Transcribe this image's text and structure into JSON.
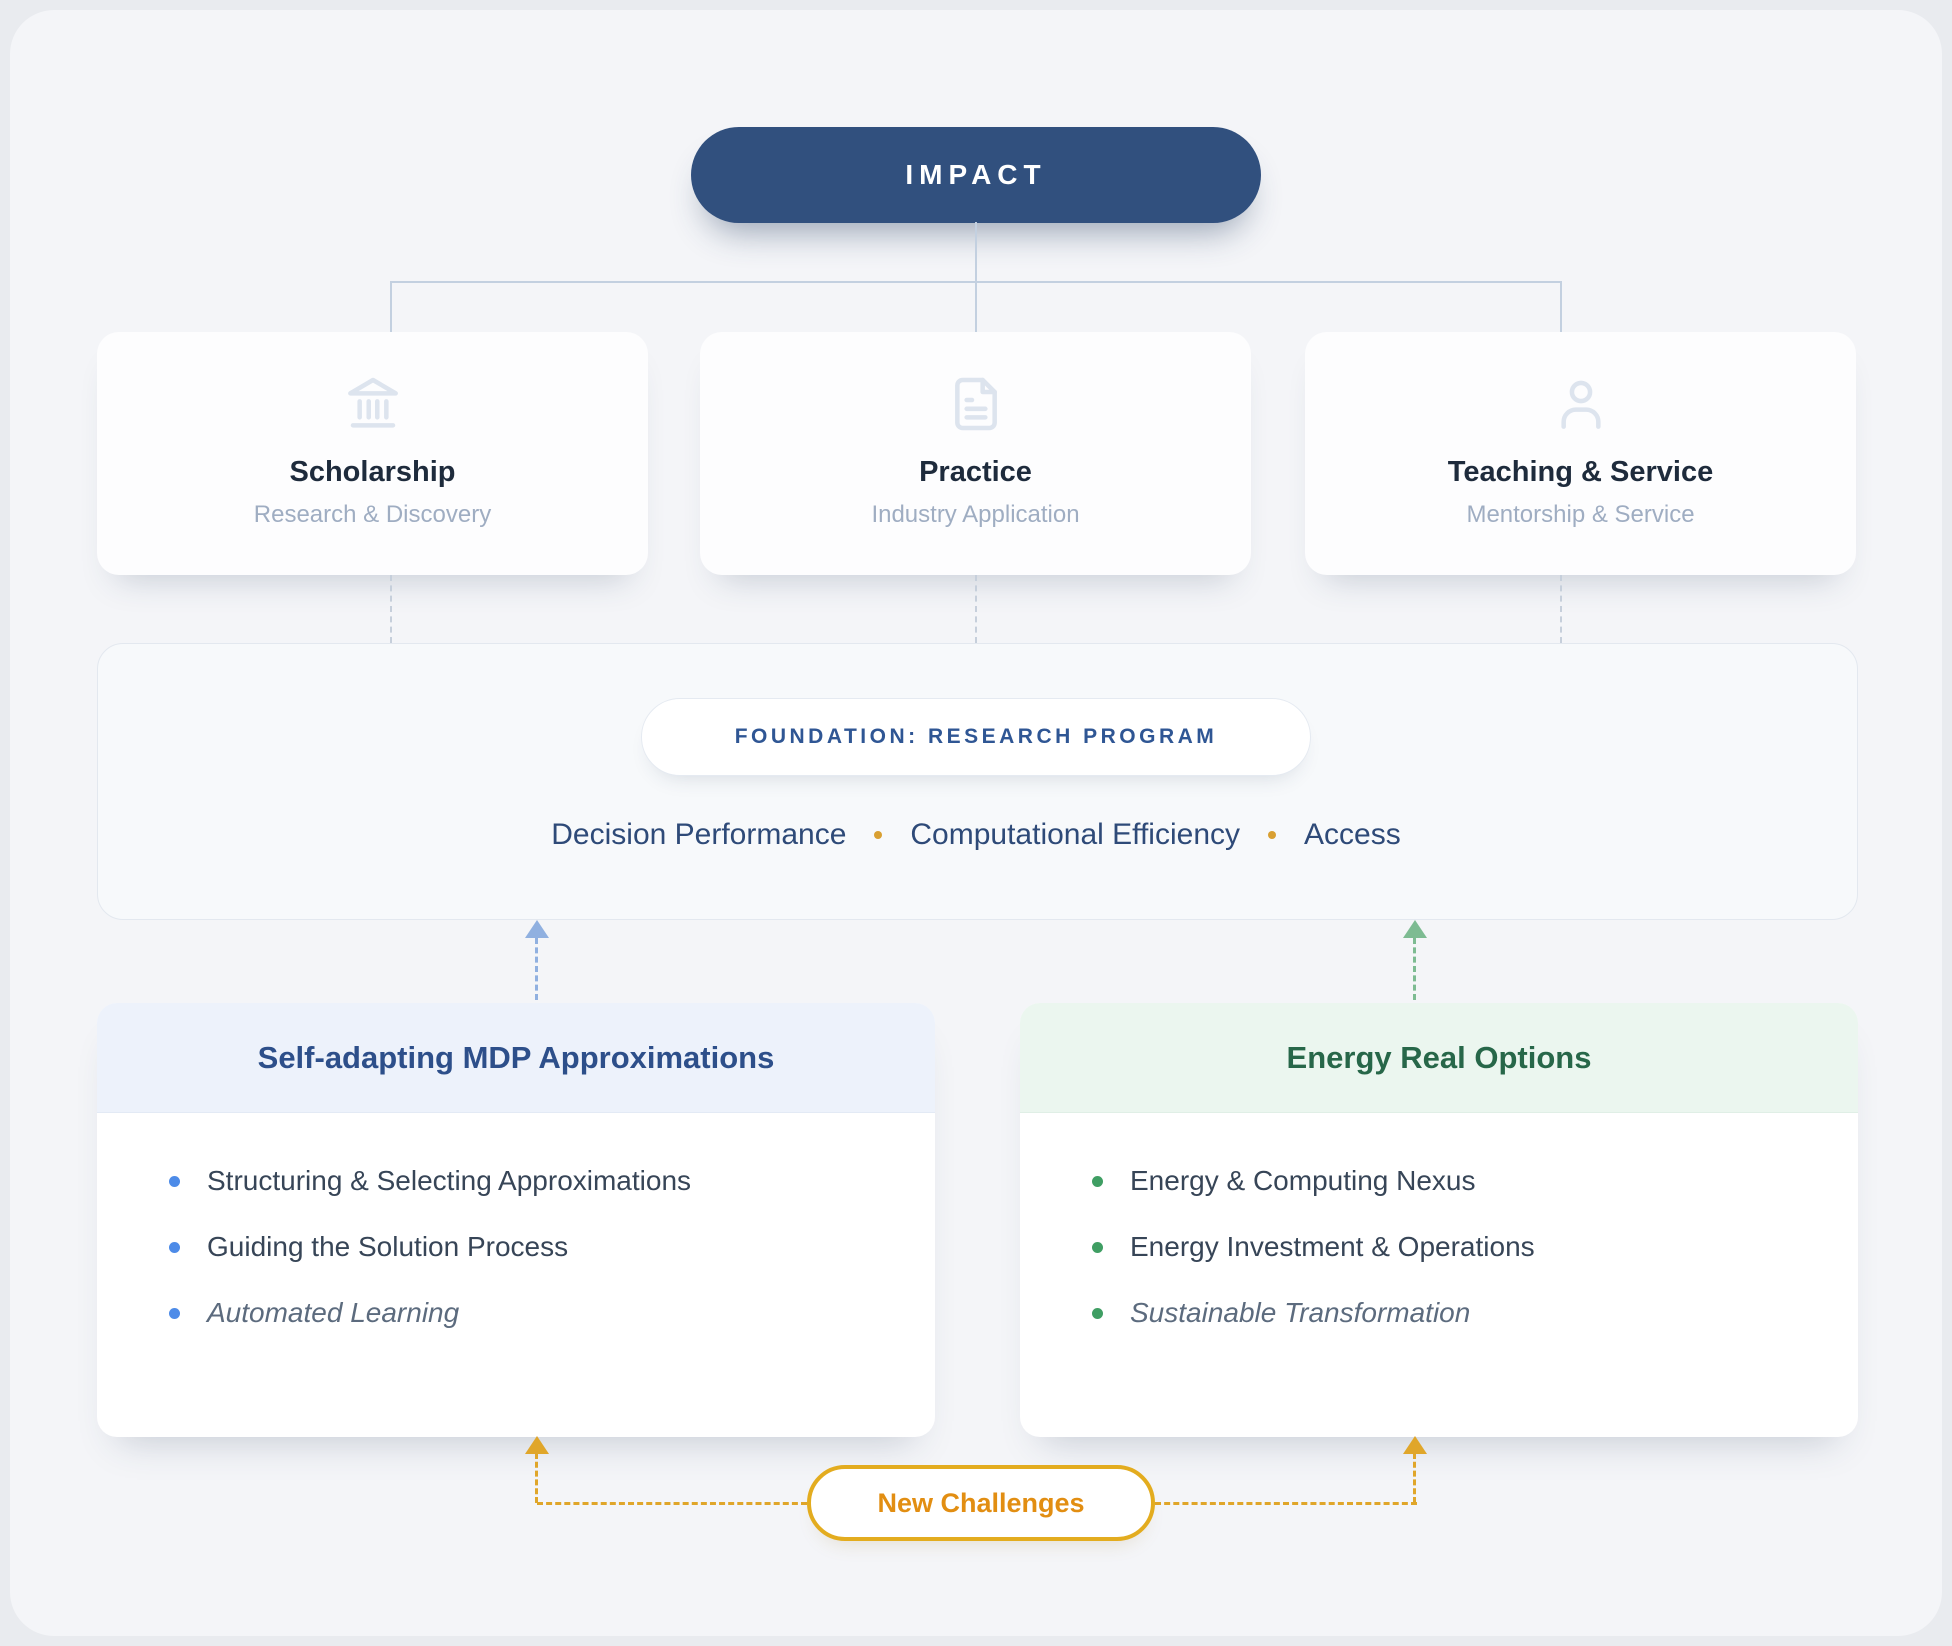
{
  "impact": {
    "label": "IMPACT"
  },
  "pillars": [
    {
      "icon": "landmark-icon",
      "title": "Scholarship",
      "subtitle": "Research & Discovery"
    },
    {
      "icon": "document-icon",
      "title": "Practice",
      "subtitle": "Industry Application"
    },
    {
      "icon": "person-icon",
      "title": "Teaching & Service",
      "subtitle": "Mentorship & Service"
    }
  ],
  "foundation": {
    "label": "FOUNDATION: RESEARCH PROGRAM",
    "keywords": [
      "Decision Performance",
      "Computational Efficiency",
      "Access"
    ]
  },
  "research_areas": [
    {
      "title": "Self-adapting MDP Approximations",
      "accent": "#2d4f8a",
      "bullet_color": "#4d8be8",
      "items": [
        "Structuring & Selecting Approximations",
        "Guiding the Solution Process",
        "Automated Learning"
      ]
    },
    {
      "title": "Energy Real Options",
      "accent": "#276749",
      "bullet_color": "#3f9e63",
      "items": [
        "Energy & Computing Nexus",
        "Energy Investment & Operations",
        "Sustainable Transformation"
      ]
    }
  ],
  "new_challenges": {
    "label": "New Challenges"
  },
  "colors": {
    "impact_bg": "#31507e",
    "connector": "#c3d0e0",
    "foundation_text": "#2f5694",
    "keyword_text": "#2e4a78",
    "keyword_dot": "#d9a032",
    "challenge_border": "#e3ac1f",
    "challenge_text": "#e28e12",
    "arrow_blue": "#90b0e0",
    "arrow_green": "#7dbb92",
    "arrow_amber": "#e0a62a"
  }
}
